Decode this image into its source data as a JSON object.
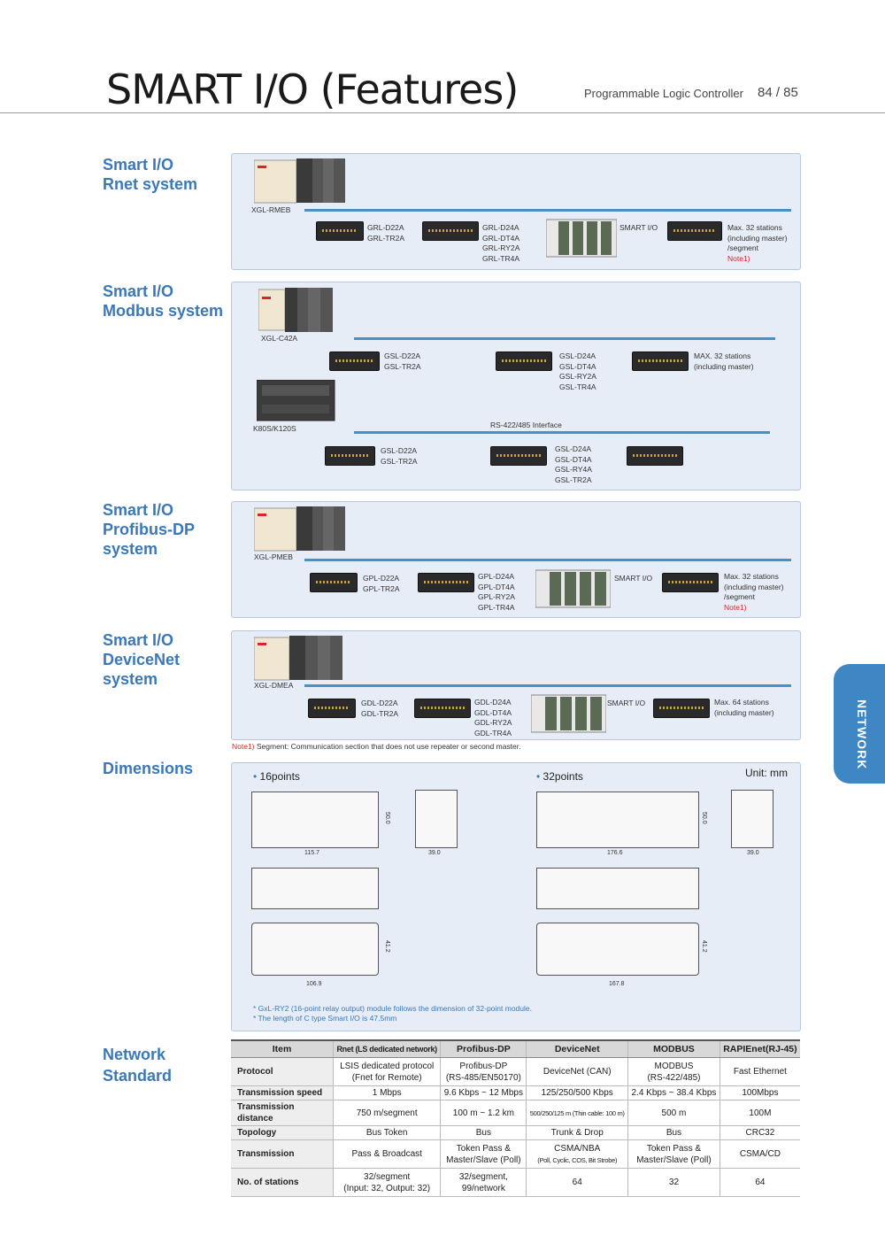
{
  "header": {
    "title": "SMART I/O (Features)",
    "subtitle": "Programmable Logic Controller",
    "page": "84 / 85"
  },
  "side_tab": "NETWORK",
  "sections": {
    "rnet": {
      "h1": "Smart I/O",
      "h2": "Rnet system",
      "master": "XGL-RMEB",
      "m1a": "GRL-D22A",
      "m1b": "GRL-TR2A",
      "m2a": "GRL-D24A",
      "m2b": "GRL-DT4A",
      "m2c": "GRL-RY2A",
      "m2d": "GRL-TR4A",
      "smart": "SMART I/O",
      "max1": "Max. 32 stations",
      "max2": "(including master)",
      "max3": "/segment",
      "note": "Note1)"
    },
    "modbus": {
      "h1": "Smart I/O",
      "h2": "Modbus system",
      "master": "XGL-C42A",
      "m1a": "GSL-D22A",
      "m1b": "GSL-TR2A",
      "m2a": "GSL-D24A",
      "m2b": "GSL-DT4A",
      "m2c": "GSL-RY2A",
      "m2d": "GSL-TR4A",
      "max1": "MAX. 32 stations",
      "max2": "(including master)",
      "plc": "K80S/K120S",
      "iface": "RS-422/485 Interface",
      "n1a": "GSL-D22A",
      "n1b": "GSL-TR2A",
      "n2a": "GSL-D24A",
      "n2b": "GSL-DT4A",
      "n2c": "GSL-RY4A",
      "n2d": "GSL-TR2A"
    },
    "profibus": {
      "h1": "Smart I/O",
      "h2": "Profibus-DP",
      "h3": "system",
      "master": "XGL-PMEB",
      "m1a": "GPL-D22A",
      "m1b": "GPL-TR2A",
      "m2a": "GPL-D24A",
      "m2b": "GPL-DT4A",
      "m2c": "GPL-RY2A",
      "m2d": "GPL-TR4A",
      "smart": "SMART I/O",
      "max1": "Max. 32 stations",
      "max2": "(including master)",
      "max3": "/segment",
      "note": "Note1)"
    },
    "devicenet": {
      "h1": "Smart I/O",
      "h2": "DeviceNet",
      "h3": "system",
      "master": "XGL-DMEA",
      "m1a": "GDL-D22A",
      "m1b": "GDL-TR2A",
      "m2a": "GDL-D24A",
      "m2b": "GDL-DT4A",
      "m2c": "GDL-RY2A",
      "m2d": "GDL-TR4A",
      "smart": "SMART I/O",
      "max1": "Max. 64 stations",
      "max2": "(including master)"
    },
    "note": {
      "tag": "Note1)",
      "text": " Segment: Communication section that does not use repeater or second master."
    },
    "dimensions": {
      "h": "Dimensions",
      "p16": "16points",
      "p32": "32points",
      "unit": "Unit: mm",
      "d16w": "115.7",
      "d16h": "50.0",
      "d16s": "39.0",
      "d16b": "106.9",
      "d16bh": "41.2",
      "d32w": "176.6",
      "d32h": "50.0",
      "d32s": "39.0",
      "d32b": "167.8",
      "d32bh": "41.2",
      "fn1": "* GxL-RY2 (16-point relay output) module follows the dimension of 32-point module.",
      "fn2": "* The length of C type Smart I/O is 47.5mm"
    },
    "network": {
      "h1": "Network",
      "h2": "Standard"
    }
  },
  "table": {
    "headers": [
      "Item",
      "Rnet (LS dedicated network)",
      "Profibus-DP",
      "DeviceNet",
      "MODBUS",
      "RAPIEnet(RJ-45)"
    ],
    "rows": [
      {
        "item": "Protocol",
        "c1": "LSIS dedicated protocol",
        "c1b": "(Fnet for Remote)",
        "c2": "Profibus-DP",
        "c2b": "(RS-485/EN50170)",
        "c3": "DeviceNet (CAN)",
        "c3b": "",
        "c4": "MODBUS",
        "c4b": "(RS-422/485)",
        "c5": "Fast Ethernet"
      },
      {
        "item": "Transmission speed",
        "c1": "1 Mbps",
        "c2": "9.6 Kbps ~ 12 Mbps",
        "c3": "125/250/500 Kbps",
        "c4": "2.4 Kbps ~ 38.4 Kbps",
        "c5": "100Mbps"
      },
      {
        "item": "Transmission distance",
        "c1": "750 m/segment",
        "c2": "100 m ~ 1.2 km",
        "c3": "500/250/125 m (Thin cable: 100 m)",
        "c4": "500 m",
        "c5": "100M"
      },
      {
        "item": "Topology",
        "c1": "Bus Token",
        "c2": "Bus",
        "c3": "Trunk & Drop",
        "c4": "Bus",
        "c5": "CRC32"
      },
      {
        "item": "Transmission",
        "c1": "Pass & Broadcast",
        "c2": "Token Pass &",
        "c2b": "Master/Slave (Poll)",
        "c3": "CSMA/NBA",
        "c3b": "(Poll, Cyclic, COS, Bit Strobe)",
        "c4": "Token Pass &",
        "c4b": "Master/Slave (Poll)",
        "c5": "CSMA/CD"
      },
      {
        "item": "No. of stations",
        "c1": "32/segment",
        "c1b": "(Input: 32, Output: 32)",
        "c2": "32/segment,",
        "c2b": "99/network",
        "c3": "64",
        "c4": "32",
        "c5": "64"
      }
    ]
  },
  "colors": {
    "accent": "#3b78b8",
    "note_red": "#d9242a",
    "panel": "#e6edf6",
    "bus": "#4a90c8"
  }
}
